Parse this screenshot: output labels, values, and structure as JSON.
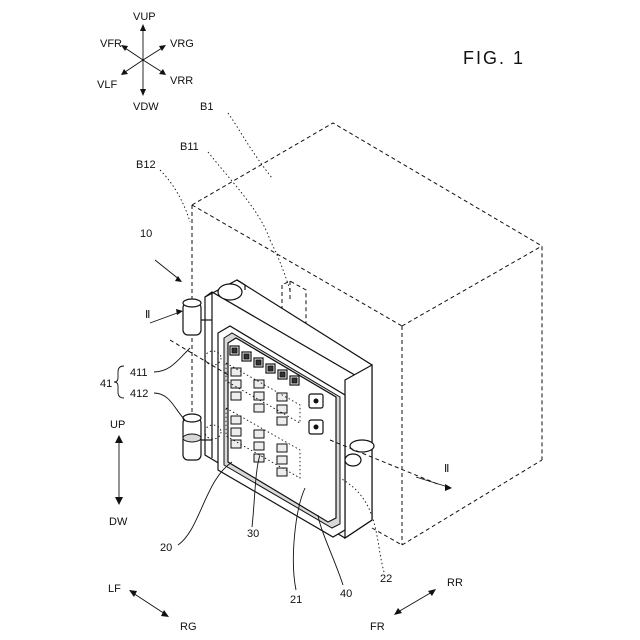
{
  "figure_title": "FIG. 1",
  "direction_labels": {
    "up": "VUP",
    "down": "VDW",
    "front_left": "VFR",
    "right_up": "VRG",
    "left_down": "VLF",
    "right_down": "VRR"
  },
  "axis_labels": {
    "up": "UP",
    "down": "DW",
    "left_front": "LF",
    "right": "RG",
    "front": "FR",
    "rear": "RR"
  },
  "reference_numerals": {
    "b1": "B1",
    "b11": "B11",
    "b12": "B12",
    "n10": "10",
    "section_left": "Ⅱ",
    "section_right": "Ⅱ",
    "n41": "41",
    "n411": "411",
    "n412": "412",
    "n20": "20",
    "n30": "30",
    "n21": "21",
    "n40": "40",
    "n22": "22"
  }
}
